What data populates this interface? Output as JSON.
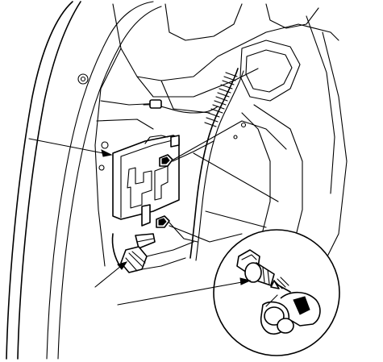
{
  "diagram": {
    "parts": [
      {
        "id": "control-unit",
        "label": ""
      },
      {
        "id": "mounting-bolt",
        "label": ""
      },
      {
        "id": "harness-connector",
        "label": ""
      },
      {
        "id": "detail-bolt",
        "label": ""
      }
    ],
    "callouts": [
      {
        "target": "control-unit",
        "label": ""
      },
      {
        "target": "harness-connector",
        "label": ""
      },
      {
        "target": "detail-bolt",
        "label": ""
      }
    ],
    "colors": {
      "line": "#000000",
      "background": "#ffffff"
    }
  }
}
